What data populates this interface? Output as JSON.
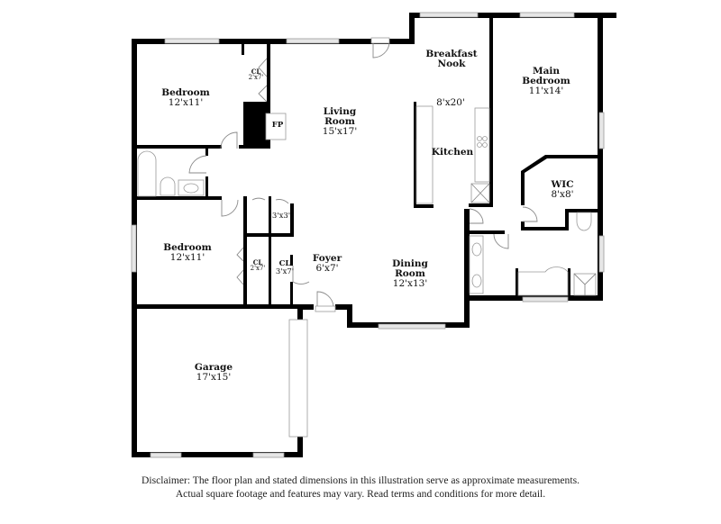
{
  "floor_plan": {
    "rooms": [
      {
        "id": "bedroom-1",
        "name": "Bedroom",
        "dimensions": "12'x11'"
      },
      {
        "id": "closet-1",
        "name": "CL",
        "dimensions": "2'x7'"
      },
      {
        "id": "fireplace",
        "name": "FP",
        "dimensions": ""
      },
      {
        "id": "living-room",
        "name": "Living Room",
        "name_line1": "Living",
        "name_line2": "Room",
        "dimensions": "15'x17'"
      },
      {
        "id": "breakfast-nook",
        "name": "Breakfast Nook",
        "name_line1": "Breakfast",
        "name_line2": "Nook",
        "dimensions": "8'x20'"
      },
      {
        "id": "kitchen",
        "name": "Kitchen",
        "dimensions": ""
      },
      {
        "id": "main-bedroom",
        "name": "Main Bedroom",
        "name_line1": "Main",
        "name_line2": "Bedroom",
        "dimensions": "11'x14'"
      },
      {
        "id": "wic",
        "name": "WIC",
        "dimensions": "8'x8'"
      },
      {
        "id": "closet-3x3",
        "name": "",
        "dimensions": "3'x3'"
      },
      {
        "id": "bedroom-2",
        "name": "Bedroom",
        "dimensions": "12'x11'"
      },
      {
        "id": "closet-2",
        "name": "CL",
        "dimensions": "2'x7'"
      },
      {
        "id": "closet-3",
        "name": "CL",
        "dimensions": "3'x7'"
      },
      {
        "id": "foyer",
        "name": "Foyer",
        "dimensions": "6'x7'"
      },
      {
        "id": "dining-room",
        "name": "Dining Room",
        "name_line1": "Dining",
        "name_line2": "Room",
        "dimensions": "12'x13'"
      },
      {
        "id": "garage",
        "name": "Garage",
        "dimensions": "17'x15'"
      }
    ],
    "colors": {
      "wall": "#000000",
      "window_fill": "#e6e6e6",
      "fixture_stroke": "#9a9a9a",
      "background": "#ffffff"
    }
  },
  "disclaimer": {
    "line1": "Disclaimer: The floor plan and stated dimensions in this illustration serve as approximate measurements.",
    "line2": "Actual square footage and features may vary. Read terms and conditions for more detail."
  }
}
